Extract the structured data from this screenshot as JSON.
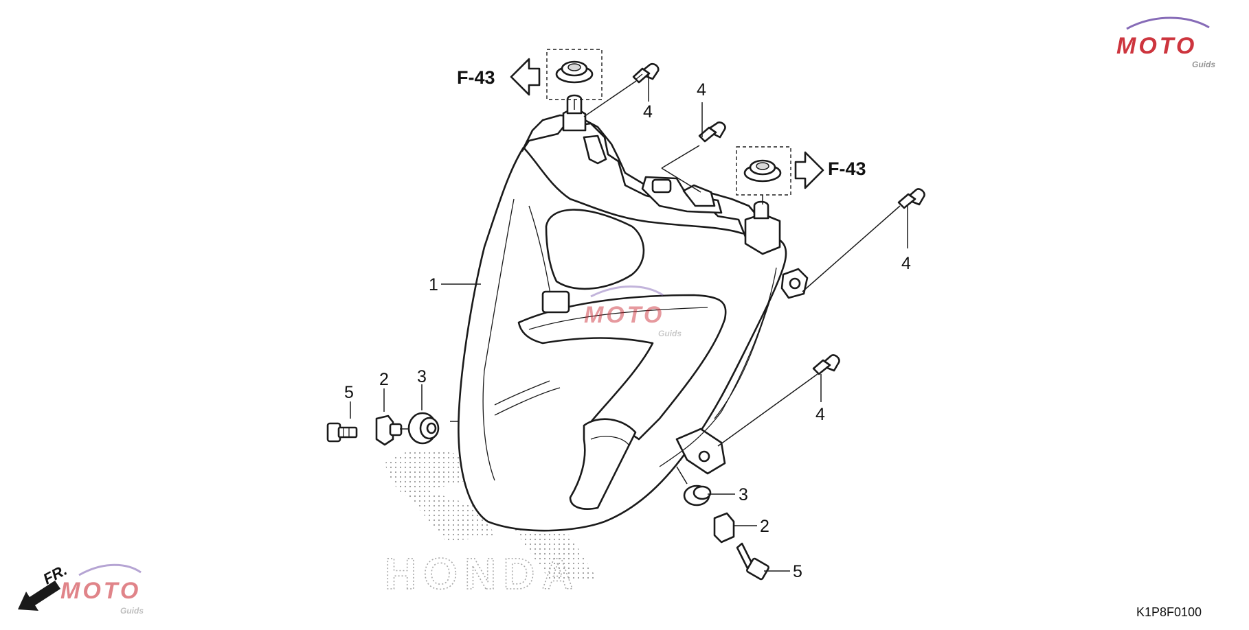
{
  "diagram": {
    "code": "K1P8F0100",
    "front_indicator": "FR.",
    "brand_mark": "HONDA",
    "watermark": {
      "brand": "MOTO",
      "sub": "Guids",
      "colors": {
        "red": "#c8202a",
        "gray": "#8a8a8a",
        "purple": "#7a5bb0"
      }
    },
    "references": [
      {
        "id": "ref-left",
        "text": "F-43"
      },
      {
        "id": "ref-right",
        "text": "F-43"
      }
    ],
    "callouts": {
      "c1": "1",
      "c2_left": "2",
      "c3_left": "3",
      "c5_left": "5",
      "c2_right": "2",
      "c3_right": "3",
      "c5_right": "5",
      "c4_top": "4",
      "c4_mid": "4",
      "c4_right": "4",
      "c4_lower": "4"
    }
  }
}
